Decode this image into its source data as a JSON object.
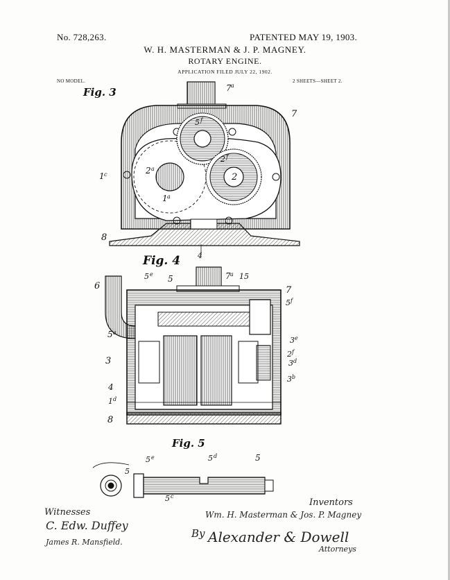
{
  "header": {
    "number": "No. 728,263.",
    "patented": "PATENTED MAY 19, 1903.",
    "inventors_line": "W. H. MASTERMAN & J. P. MAGNEY.",
    "title": "ROTARY ENGINE.",
    "application": "APPLICATION FILED JULY 22, 1902.",
    "model": "NO MODEL.",
    "sheets": "2 SHEETS—SHEET 2."
  },
  "figures": {
    "fig3": {
      "label": "Fig. 3",
      "callouts": [
        "7a",
        "7",
        "5f",
        "2f",
        "2a",
        "2",
        "1c",
        "1a",
        "8",
        "4"
      ]
    },
    "fig4": {
      "label": "Fig. 4",
      "callouts": [
        "6",
        "5e",
        "5",
        "7a",
        "15",
        "7",
        "5f",
        "5a",
        "3e",
        "2f",
        "3d",
        "3",
        "3b",
        "4",
        "1d",
        "8"
      ]
    },
    "fig5": {
      "label": "Fig. 5",
      "callouts": [
        "5e",
        "5d",
        "5",
        "5",
        "5c"
      ]
    }
  },
  "signatures": {
    "witnesses_label": "Witnesses",
    "witness_1": "C. Edw. Duffey",
    "witness_2": "James R. Mansfield.",
    "inventors_label": "Inventors",
    "inventor_names": "Wm. H. Masterman & Jos. P. Magney",
    "by": "By",
    "attorneys_names": "Alexander & Dowell",
    "attorneys_label": "Attorneys"
  }
}
